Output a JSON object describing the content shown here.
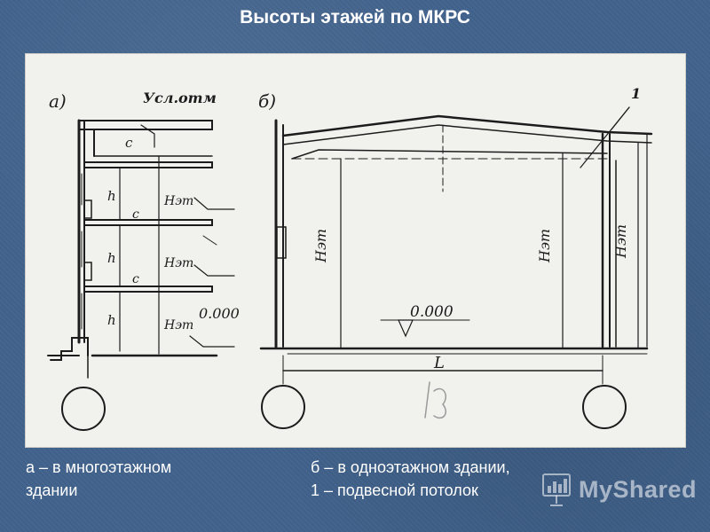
{
  "slide": {
    "title": "Высоты этажей по МКРС"
  },
  "diagram": {
    "a": {
      "panel_label": "а)",
      "top_label": "Усл.отм",
      "level_label": "0.000",
      "floor_labels": [
        "c",
        "h",
        "Hэт",
        "c",
        "h",
        "Hэт",
        "c",
        "h",
        "Hэт"
      ]
    },
    "b": {
      "panel_label": "б)",
      "callout_number": "1",
      "height_label_left": "Hэт",
      "height_label_right": "Hэт",
      "height_label_far": "Hэт",
      "level_label": "0.000",
      "span_label": "L"
    }
  },
  "captions": {
    "left_line1": "а – в многоэтажном",
    "left_line2": "здании",
    "right_line1": "б – в одноэтажном здании,",
    "right_line2": "1 – подвесной потолок"
  },
  "watermark": {
    "text": "MyShared",
    "icon": "bar-chart-icon"
  },
  "colors": {
    "background": "#41628c",
    "paper": "#f1f1ee",
    "ink": "#1c1c1c"
  }
}
